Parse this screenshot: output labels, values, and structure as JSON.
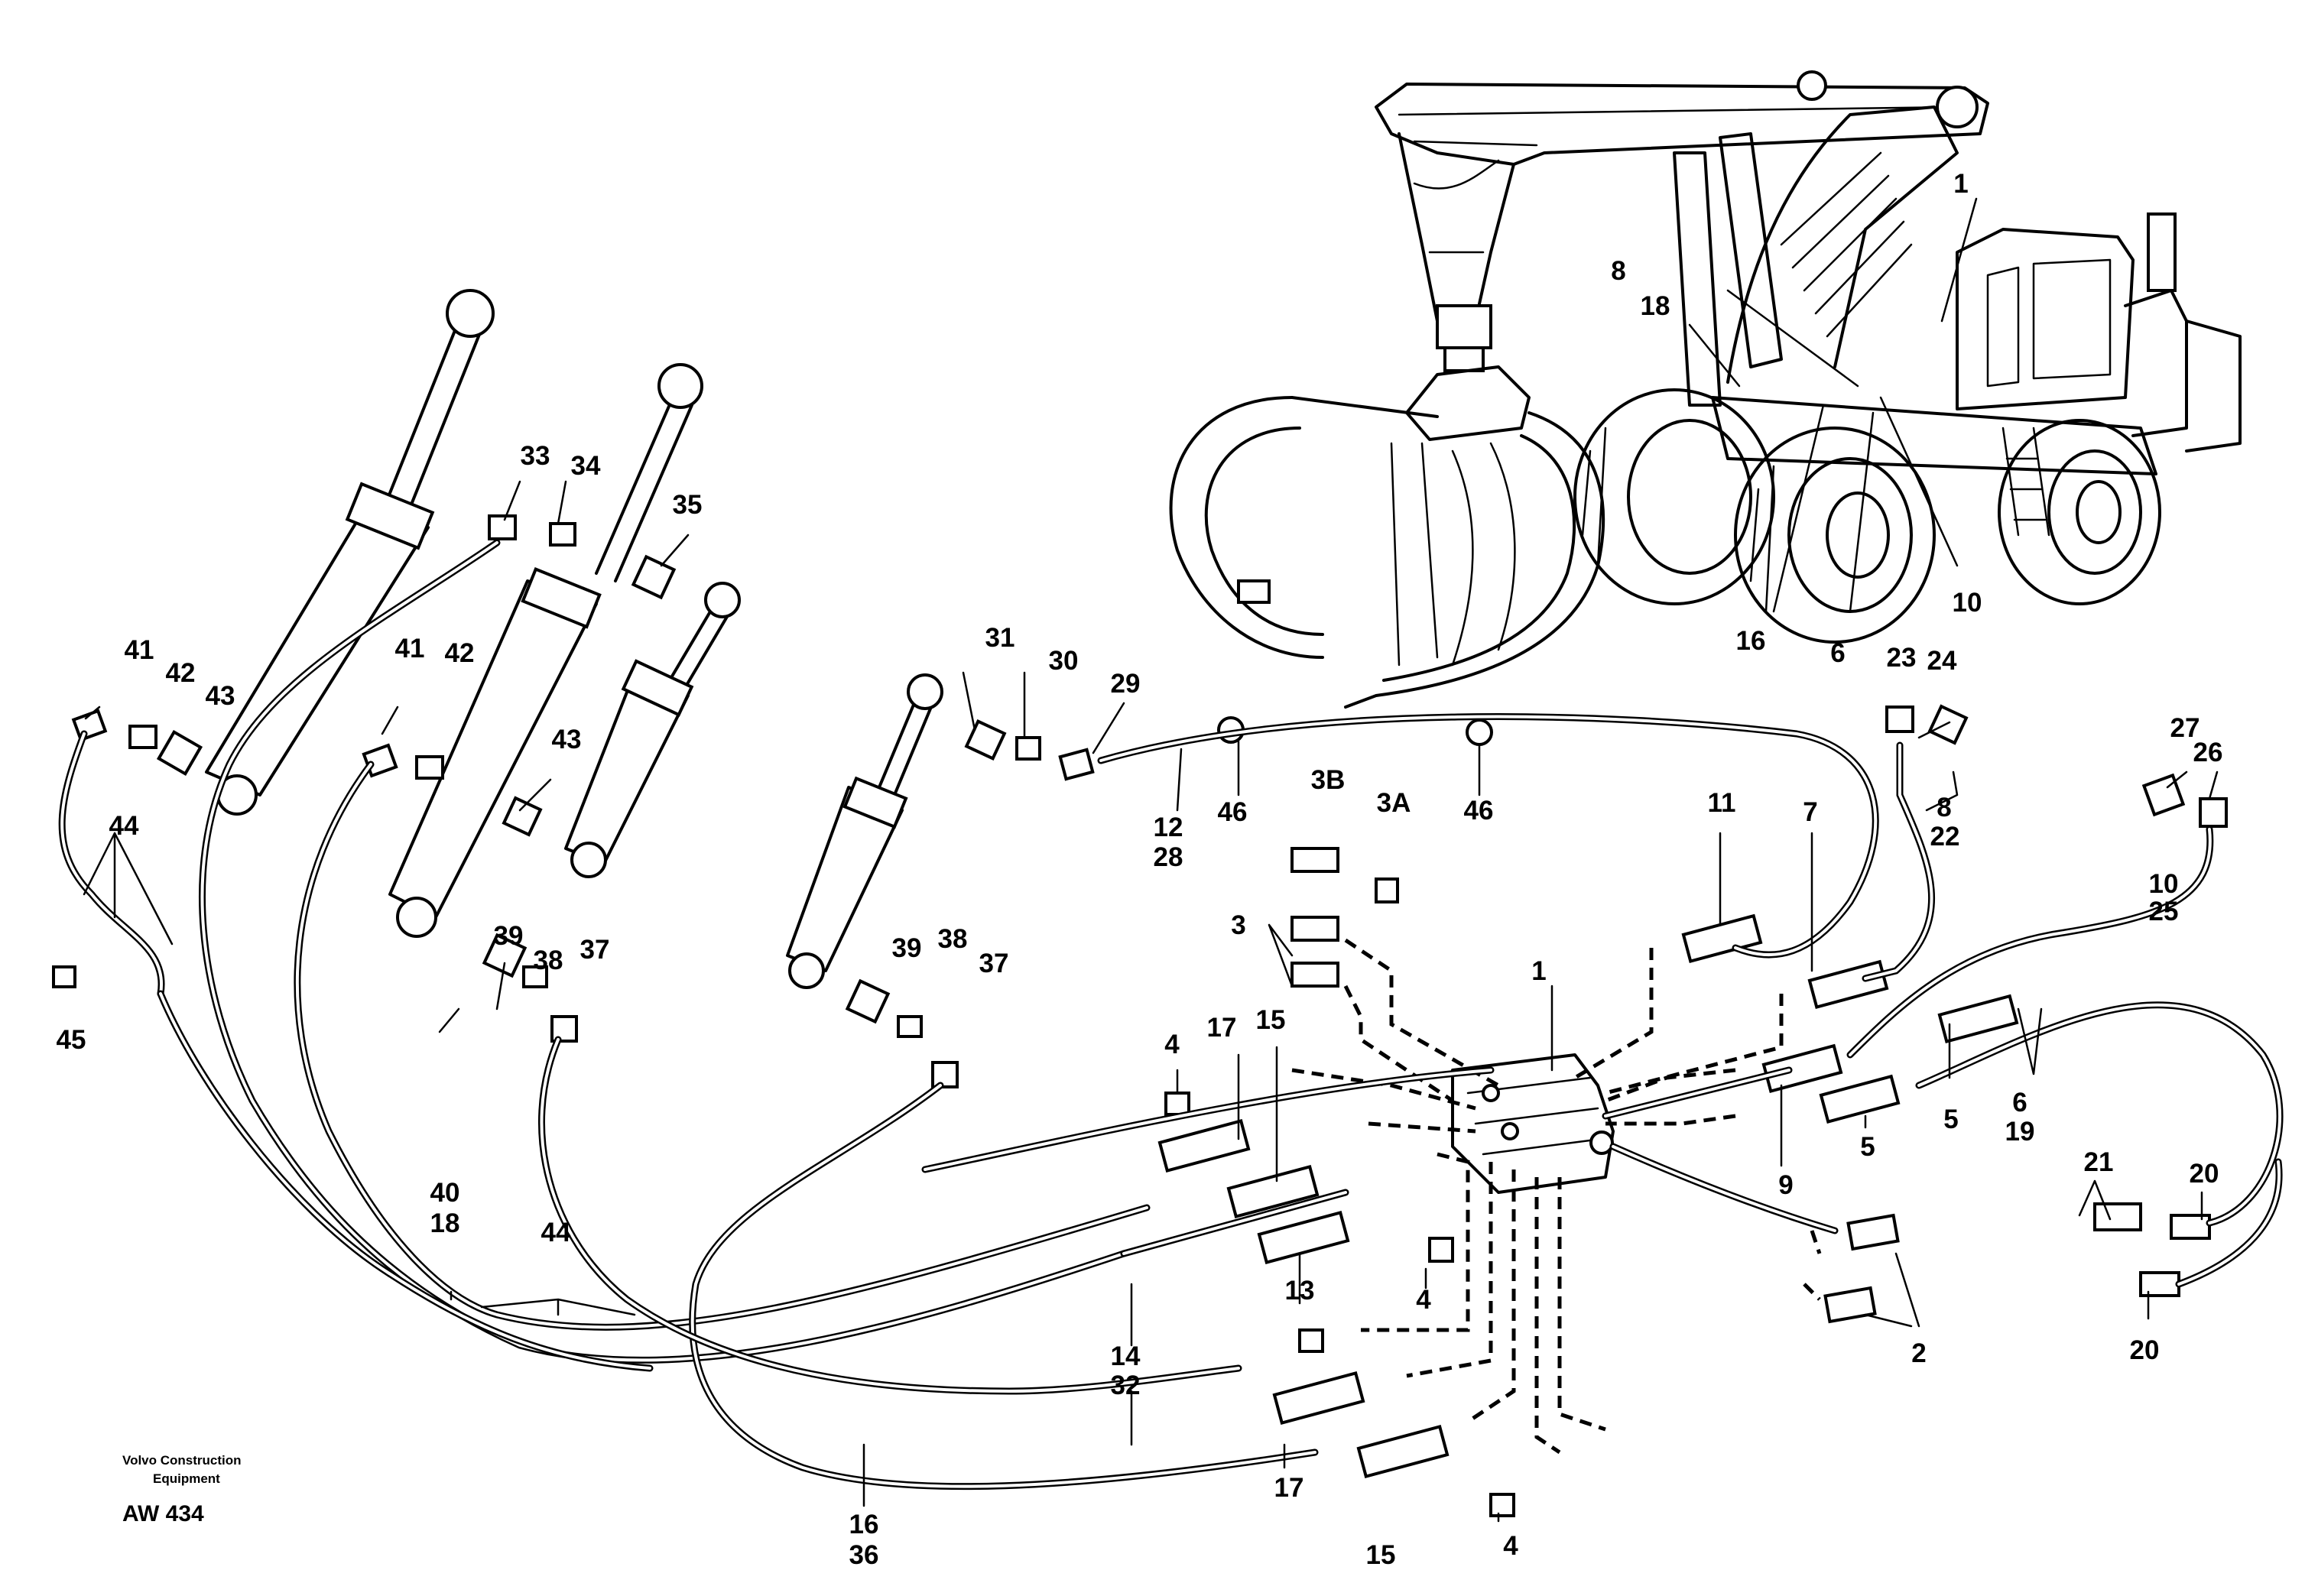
{
  "credit": {
    "company_line1": "Volvo Construction",
    "company_line2": "Equipment",
    "code": "AW 434"
  },
  "callouts": {
    "c1_machine": "1",
    "c8_machine": "8",
    "c18_machine": "18",
    "c10_machine": "10",
    "c16_machine": "16",
    "c6_machine": "6",
    "c41a": "41",
    "c42a": "42",
    "c43a": "43",
    "c44a": "44",
    "c45": "45",
    "c33": "33",
    "c34": "34",
    "c35": "35",
    "c41b": "41",
    "c42b": "42",
    "c43b": "43",
    "c39a": "39",
    "c38a": "38",
    "c37a": "37",
    "c31": "31",
    "c30": "30",
    "c29": "29",
    "c12": "12",
    "c28": "28",
    "c46a": "46",
    "c46b": "46",
    "c3B": "3B",
    "c3A": "3A",
    "c3": "3",
    "c39b": "39",
    "c38b": "38",
    "c37b": "37",
    "c11": "11",
    "c7": "7",
    "c23": "23",
    "c24": "24",
    "c8": "8",
    "c22": "22",
    "c27": "27",
    "c26": "26",
    "c10": "10",
    "c25": "25",
    "c1_valve": "1",
    "c4a": "4",
    "c17a": "17",
    "c15a": "15",
    "c9": "9",
    "c5a": "5",
    "c5b": "5",
    "c6": "6",
    "c19": "19",
    "c21": "21",
    "c20a": "20",
    "c20b": "20",
    "c40": "40",
    "c18": "18",
    "c44b": "44",
    "c13": "13",
    "c4b": "4",
    "c14": "14",
    "c32": "32",
    "c2": "2",
    "c17b": "17",
    "c15b": "15",
    "c4c": "4",
    "c16": "16",
    "c36": "36"
  }
}
